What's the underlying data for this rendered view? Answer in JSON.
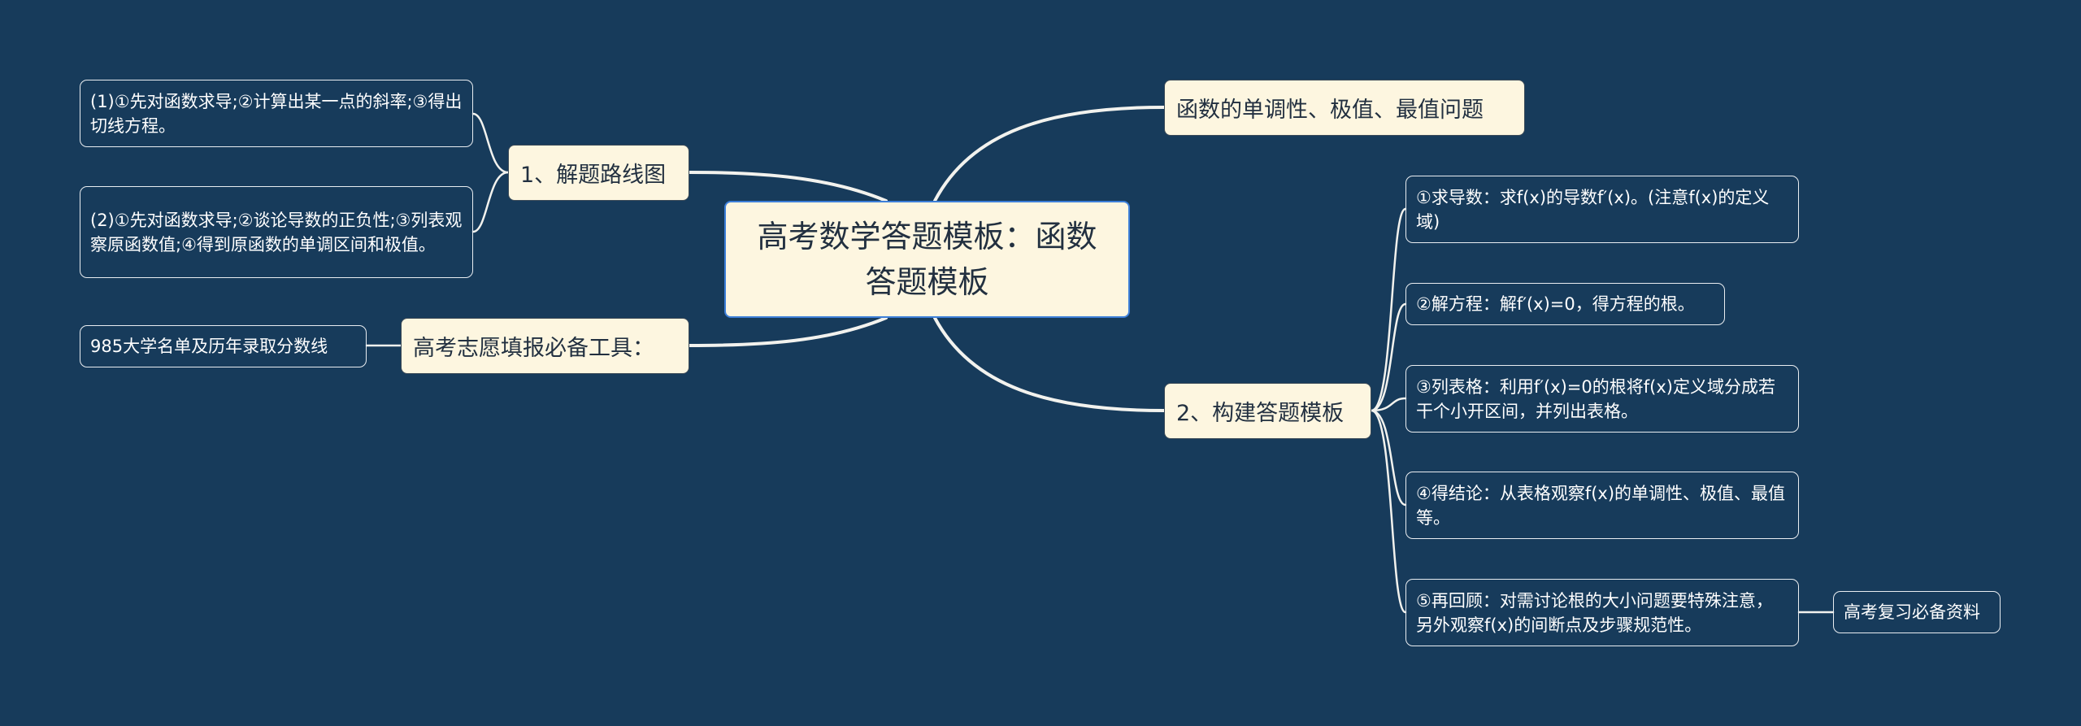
{
  "colors": {
    "background": "#173b5b",
    "node_fill": "#fdf6e0",
    "root_border": "#3d7fd9",
    "link": "#f2f2ee",
    "leaf_border": "#e9edf1",
    "text_dark": "#223040",
    "text_light": "#ffffff"
  },
  "mindmap": {
    "root": "高考数学答题模板：函数答题模板",
    "left": [
      {
        "label": "1、解题路线图",
        "children": [
          "(1)①先对函数求导;②计算出某一点的斜率;③得出切线方程。",
          "(2)①先对函数求导;②谈论导数的正负性;③列表观察原函数值;④得到原函数的单调区间和极值。"
        ]
      },
      {
        "label": "高考志愿填报必备工具：",
        "children": [
          "985大学名单及历年录取分数线"
        ]
      }
    ],
    "right": [
      {
        "label": "函数的单调性、极值、最值问题",
        "children": []
      },
      {
        "label": "2、构建答题模板",
        "children": [
          "①求导数：求f(x)的导数f′(x)。(注意f(x)的定义域)",
          "②解方程：解f′(x)=0，得方程的根。",
          "③列表格：利用f′(x)=0的根将f(x)定义域分成若干个小开区间，并列出表格。",
          "④得结论：从表格观察f(x)的单调性、极值、最值等。",
          "⑤再回顾：对需讨论根的大小问题要特殊注意，另外观察f(x)的间断点及步骤规范性。"
        ],
        "extra": "高考复习必备资料"
      }
    ]
  }
}
